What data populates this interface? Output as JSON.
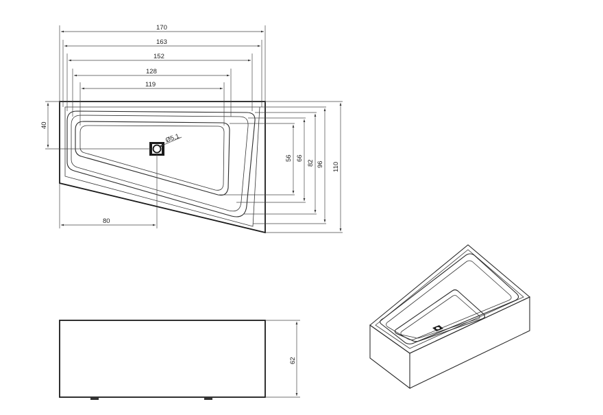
{
  "drawing": {
    "plan_dimensions": {
      "width_170": "170",
      "width_163": "163",
      "width_152": "152",
      "width_128": "128",
      "width_119": "119",
      "offset_40": "40",
      "drain_diameter": "Ø5,1",
      "drain_offset_80": "80",
      "depth_56": "56",
      "depth_66": "66",
      "depth_82": "82",
      "depth_96": "96",
      "depth_110": "110"
    },
    "side_view": {
      "height_62": "62"
    }
  }
}
